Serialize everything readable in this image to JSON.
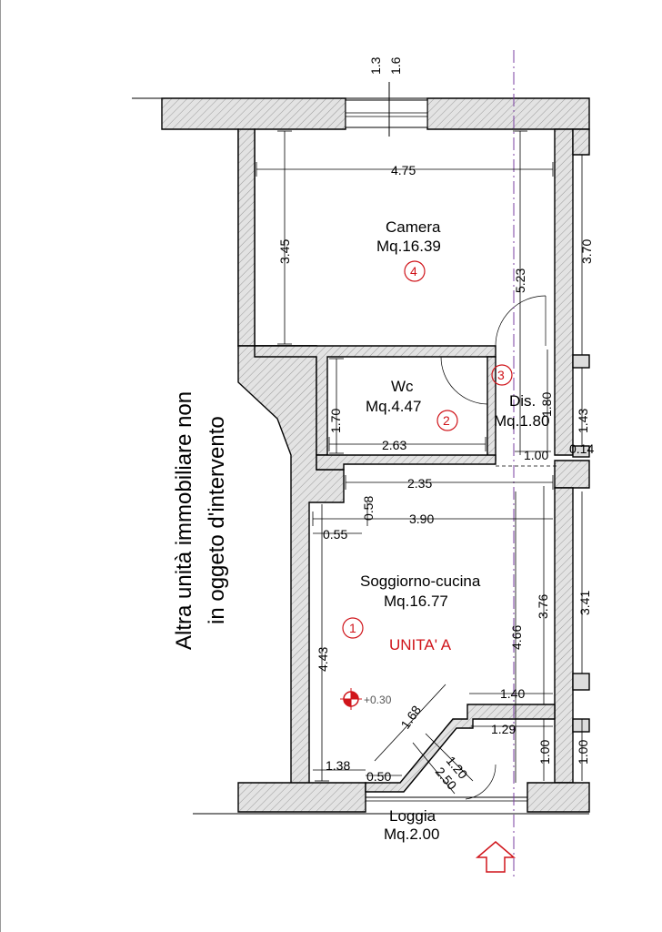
{
  "side_note": {
    "line1": "Altra unità immobiliare non",
    "line2": "in oggeto d'intervento"
  },
  "rooms": {
    "camera": {
      "name": "Camera",
      "area": "Mq.16.39",
      "number": "4"
    },
    "wc": {
      "name": "Wc",
      "area": "Mq.4.47",
      "number": "2"
    },
    "dis": {
      "name": "Dis.",
      "area": "Mq.1.80",
      "number": "3"
    },
    "soggiorno": {
      "name": "Soggiorno-cucina",
      "area": "Mq.16.77",
      "number": "1"
    },
    "loggia": {
      "name": "Loggia",
      "area": "Mq.2.00"
    }
  },
  "unit_label": "UNITA' A",
  "level_mark": "+0.30",
  "dimensions": {
    "top_13": "1.3",
    "top_16": "1.6",
    "d475": "4.75",
    "d345": "3.45",
    "d523": "5.23",
    "d370": "3.70",
    "d170": "1.70",
    "d263": "2.63",
    "d180": "1.80",
    "d143": "1.43",
    "d100a": "1.00",
    "d014": "0.14",
    "d235": "2.35",
    "d058": "0.58",
    "d055": "0.55",
    "d390": "3.90",
    "d376": "3.76",
    "d341": "3.41",
    "d466": "4.66",
    "d443": "4.43",
    "d140": "1.40",
    "d168": "1.68",
    "d129": "1.29",
    "d100b": "1.00",
    "d100c": "1.00",
    "d138": "1.38",
    "d050": "0.50",
    "d120": "1.20",
    "d250": "2.50"
  }
}
